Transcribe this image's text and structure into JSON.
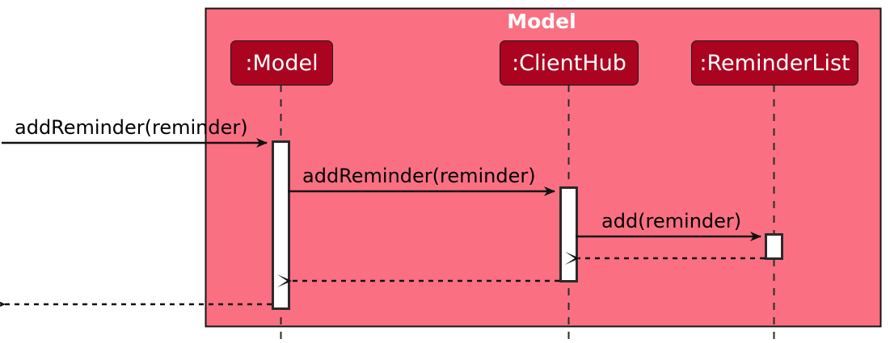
{
  "diagram": {
    "type": "uml-sequence-diagram",
    "frame": {
      "title": "Model",
      "fill_color": "#FA7082",
      "border_color": "#1a1a1a",
      "title_color": "#ffffff"
    },
    "participants": [
      {
        "name": "Model",
        "label": ":Model",
        "box_color": "#AB0420",
        "text_color": "#ffffff"
      },
      {
        "name": "ClientHub",
        "label": ":ClientHub",
        "box_color": "#AB0420",
        "text_color": "#ffffff"
      },
      {
        "name": "ReminderList",
        "label": ":ReminderList",
        "box_color": "#AB0420",
        "text_color": "#ffffff"
      }
    ],
    "messages": [
      {
        "label": "addReminder(reminder)",
        "from": "external",
        "to": "Model",
        "style": "solid",
        "direction": "right"
      },
      {
        "label": "addReminder(reminder)",
        "from": "Model",
        "to": "ClientHub",
        "style": "solid",
        "direction": "right"
      },
      {
        "label": "add(reminder)",
        "from": "ClientHub",
        "to": "ReminderList",
        "style": "solid",
        "direction": "right"
      },
      {
        "label": "",
        "from": "ReminderList",
        "to": "ClientHub",
        "style": "dashed",
        "direction": "left"
      },
      {
        "label": "",
        "from": "ClientHub",
        "to": "Model",
        "style": "dashed",
        "direction": "left"
      },
      {
        "label": "",
        "from": "Model",
        "to": "external",
        "style": "dashed",
        "direction": "left"
      }
    ]
  }
}
